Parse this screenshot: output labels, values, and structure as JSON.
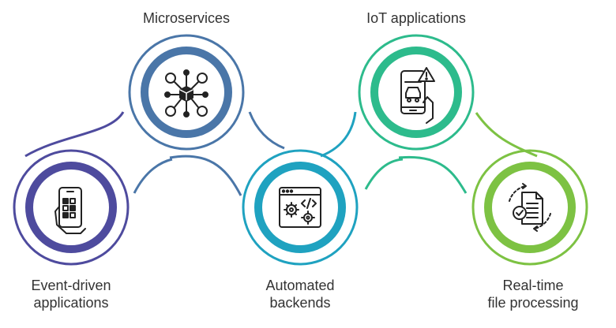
{
  "nodes": [
    {
      "id": "event",
      "label_lines": [
        "Event-driven",
        "applications"
      ],
      "icon": "smartphone-app-grid-icon",
      "color": "#4E4B9E"
    },
    {
      "id": "micro",
      "label_lines": [
        "Microservices"
      ],
      "icon": "connected-cube-network-icon",
      "color": "#4A76A8"
    },
    {
      "id": "auto",
      "label_lines": [
        "Automated",
        "backends"
      ],
      "icon": "code-window-gears-icon",
      "color": "#1FA2C0"
    },
    {
      "id": "iot",
      "label_lines": [
        "IoT applications"
      ],
      "icon": "smartphone-car-alert-icon",
      "color": "#2DBB8C"
    },
    {
      "id": "file",
      "label_lines": [
        "Real-time",
        "file processing"
      ],
      "icon": "document-check-cycle-icon",
      "color": "#7DC243"
    }
  ]
}
